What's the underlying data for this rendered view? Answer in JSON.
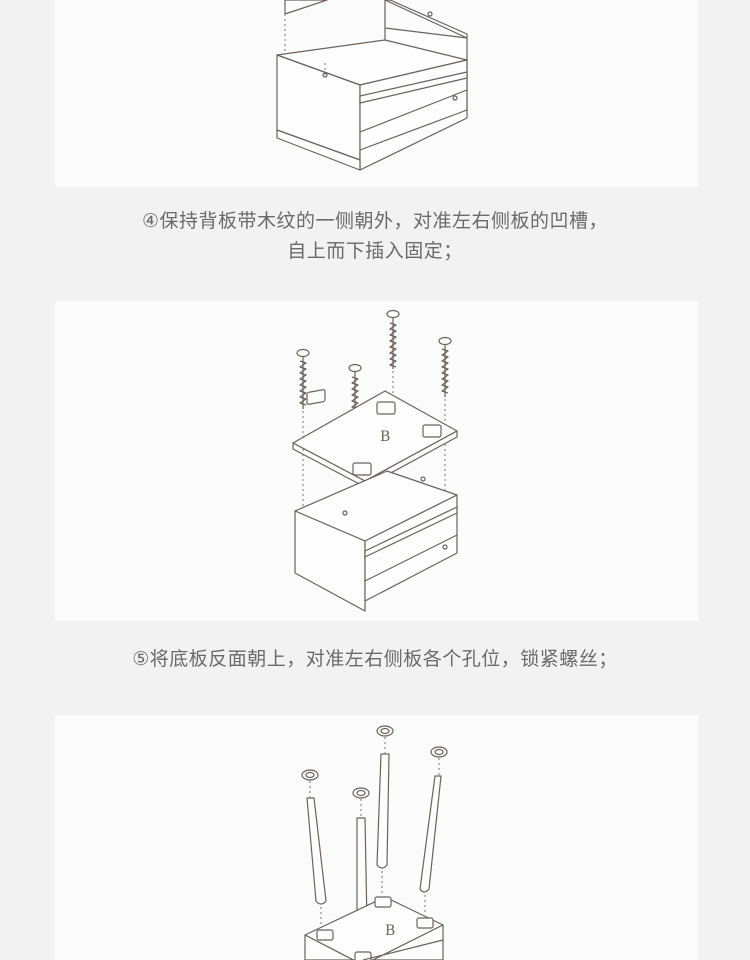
{
  "steps": [
    {
      "caption_line1": "④保持背板带木纹的一侧朝外，对准左右侧板的凹槽，",
      "caption_line2": "自上而下插入固定；"
    },
    {
      "caption_line1": "⑤将底板反面朝上，对准左右侧板各个孔位，锁紧螺丝；"
    }
  ],
  "diagram_labels": {
    "board_b": "B",
    "board_b2": "B"
  }
}
